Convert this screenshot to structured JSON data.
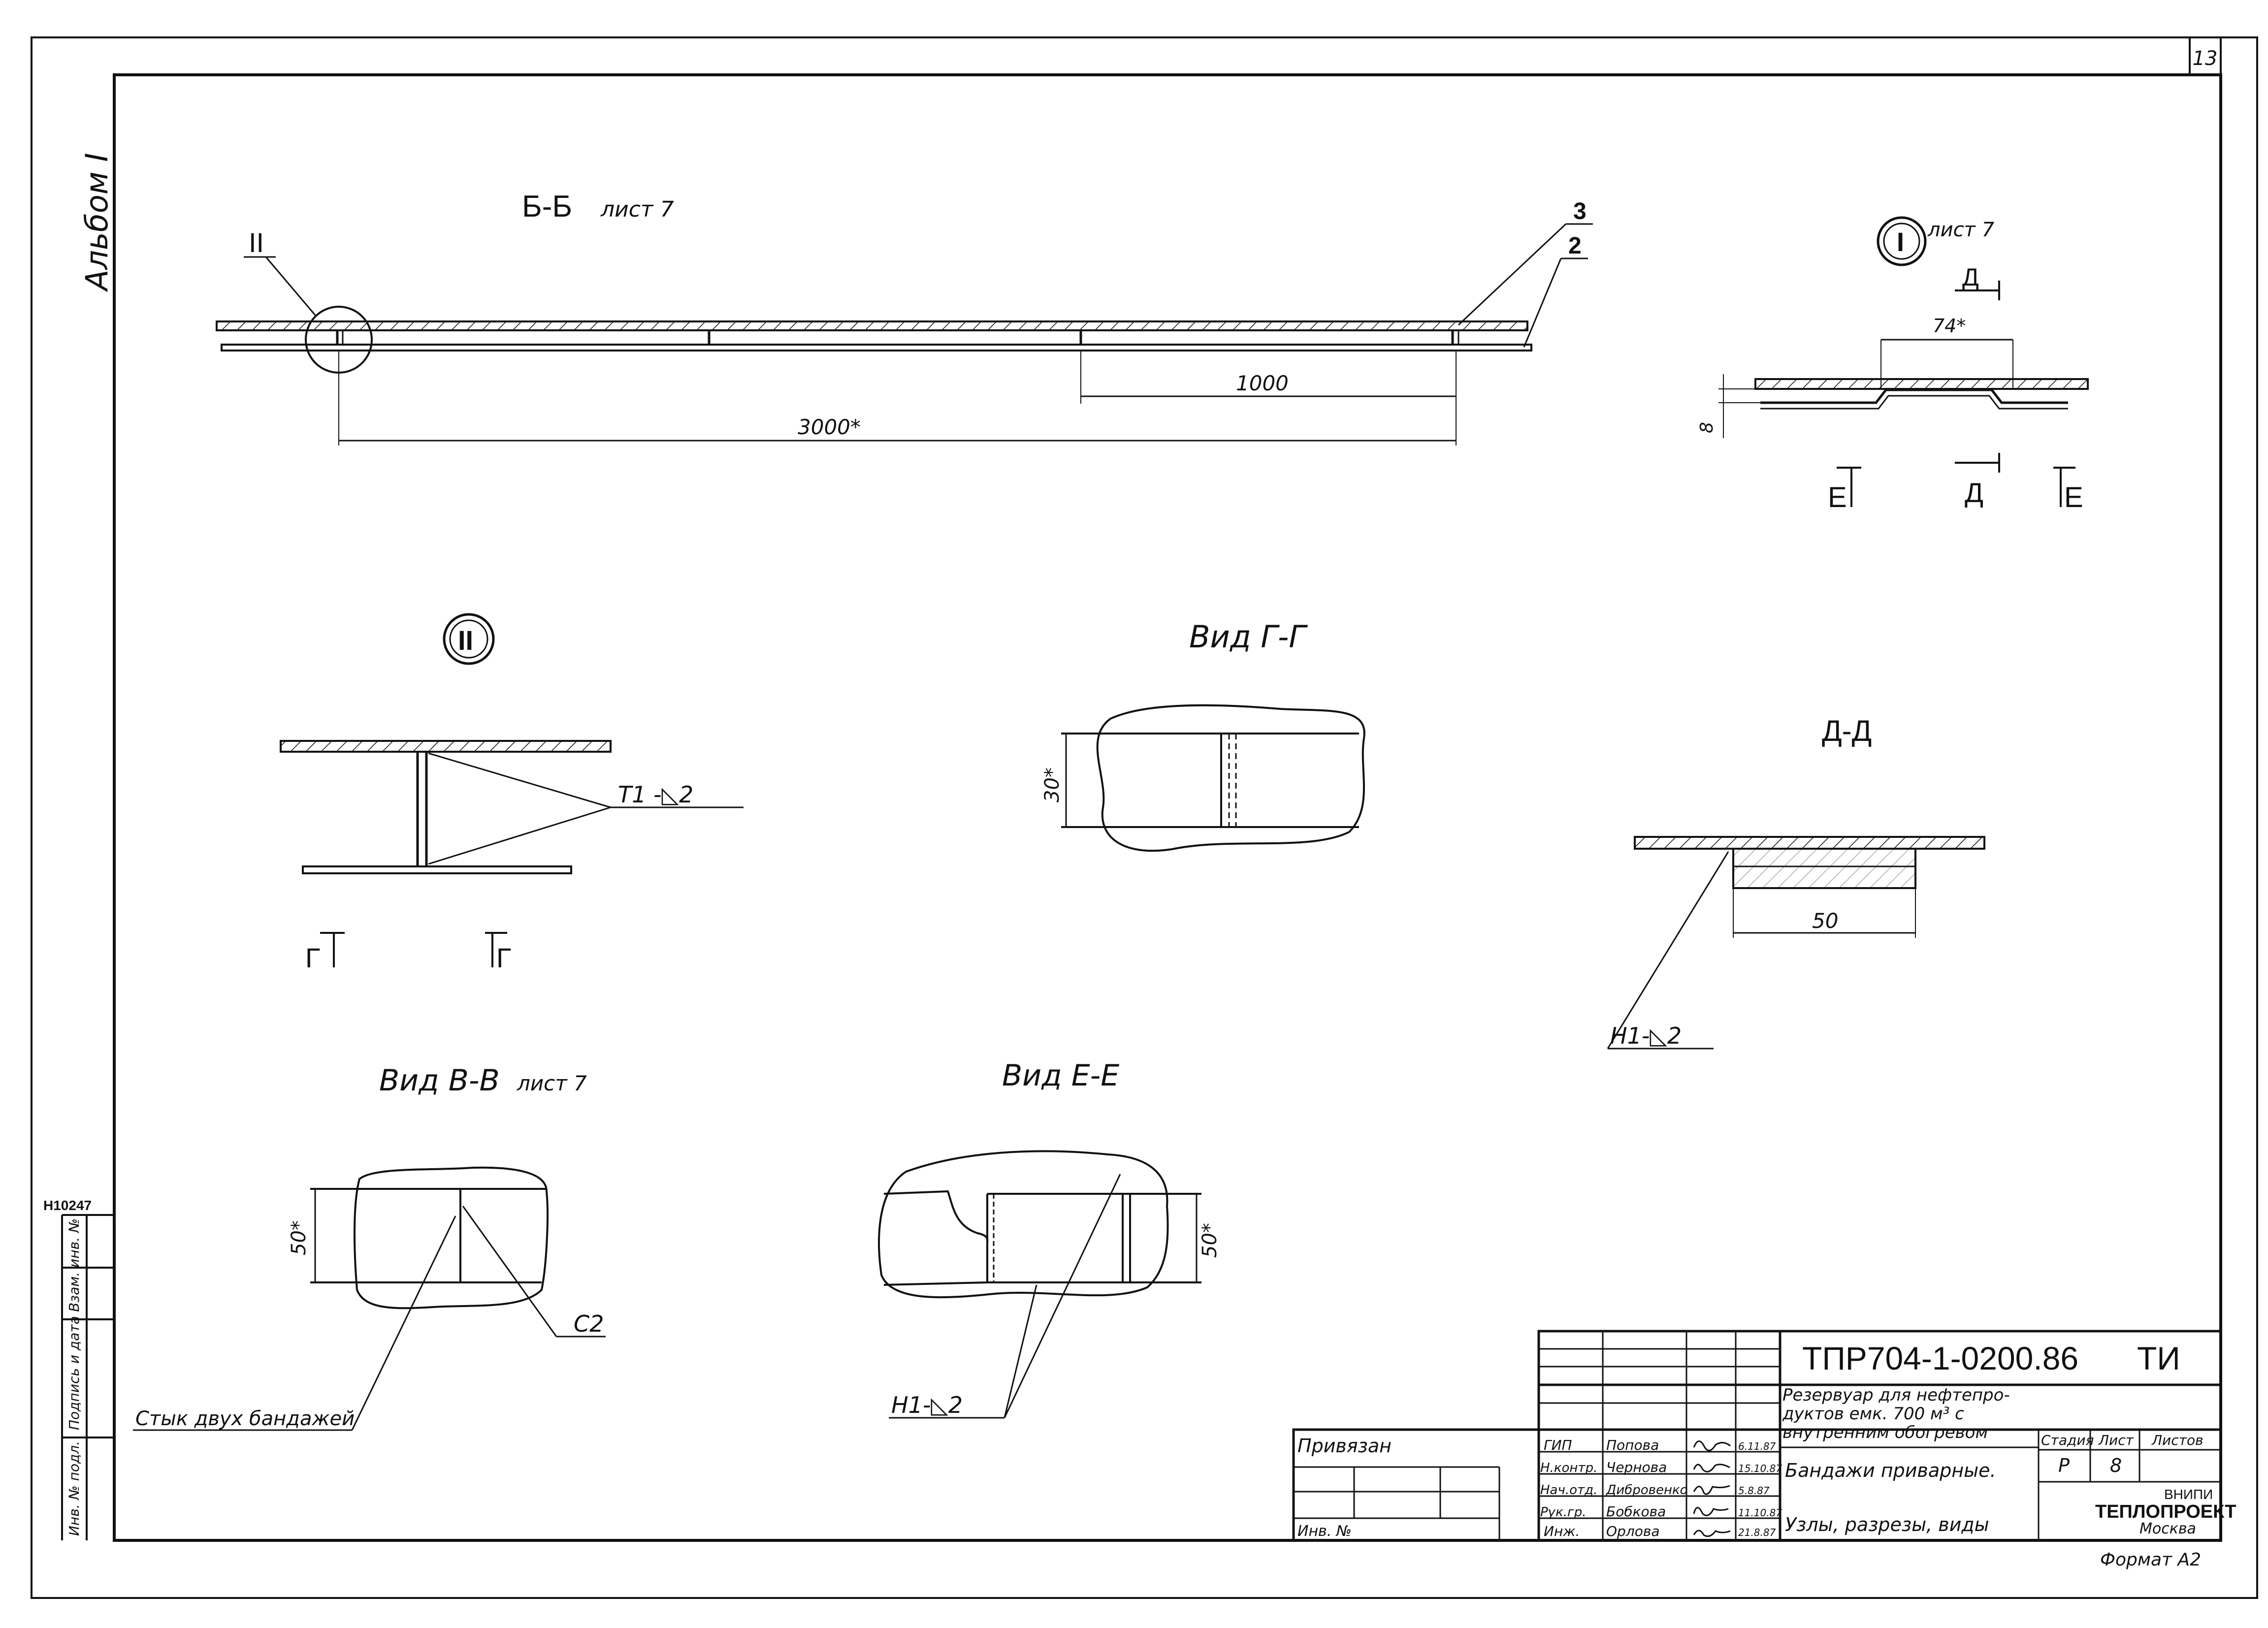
{
  "sheet_number": "13",
  "album_label": "Альбом I",
  "margin_code": "Н10247",
  "margin_columns": [
    "Инв. № подл.",
    "Подпись и дата",
    "Взам. инв. №"
  ],
  "section_bb": {
    "title": "Б-Б",
    "sheet_ref": "лист 7",
    "callout_node": "II",
    "callout_3": "3",
    "callout_2": "2",
    "dim_1000": "1000",
    "dim_3000": "3000*"
  },
  "node_I": {
    "marker": "I",
    "sheet_ref": "лист 7",
    "cut_label_top": "Д",
    "dim_74": "74*",
    "dim_8": "8",
    "cut_left": "Е",
    "cut_mid": "Д",
    "cut_right": "Е"
  },
  "node_II": {
    "marker": "II",
    "weld_note": "Т1 -◺2",
    "cut_left": "Г",
    "cut_right": "Г"
  },
  "view_gg": {
    "title": "Вид Г-Г",
    "dim_30": "30*"
  },
  "section_dd": {
    "title": "Д-Д",
    "dim_50": "50",
    "weld_note": "Н1-◺2"
  },
  "view_vv": {
    "title": "Вид В-В",
    "sheet_ref": "лист 7",
    "dim_50": "50*",
    "weld_note": "С2",
    "joint_note": "Стык двух бандажей"
  },
  "view_ee": {
    "title": "Вид Е-Е",
    "dim_50": "50*",
    "weld_note": "Н1-◺2"
  },
  "title_block": {
    "doc_code": "ТПР704-1-0200.86",
    "doc_mark": "ТИ",
    "privyazan": "Привязан",
    "inv_no": "Инв. №",
    "project_title": "Резервуар для нефтепро-дуктов емк. 700 м³ с внутренним обогревом",
    "sheet_title_1": "Бандажи приварные.",
    "sheet_title_2": "Узлы, разрезы, виды",
    "stage_header": "Стадия",
    "sheet_header": "Лист",
    "sheets_header": "Листов",
    "stage": "Р",
    "sheet": "8",
    "org_1": "ВНИПИ",
    "org_2": "ТЕПЛОПРОЕКТ",
    "org_3": "Москва",
    "format": "Формат А2",
    "staff": [
      {
        "role": "ГИП",
        "name": "Попова",
        "date": "6.11.87"
      },
      {
        "role": "Н.контр.",
        "name": "Чернова",
        "date": "15.10.87"
      },
      {
        "role": "Нач.отд.",
        "name": "Дибровенко",
        "date": "5.8.87"
      },
      {
        "role": "Рук.гр.",
        "name": "Бобкова",
        "date": "11.10.87"
      },
      {
        "role": "Инж.",
        "name": "Орлова",
        "date": "21.8.87"
      }
    ]
  }
}
